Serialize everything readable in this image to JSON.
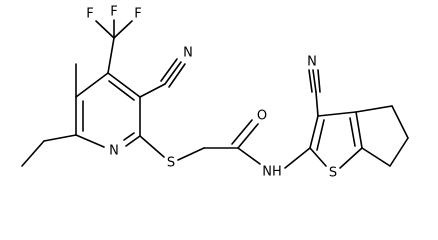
{
  "molecule": {
    "atoms": {
      "F1": "F",
      "F2": "F",
      "F3": "F",
      "N_cyano_top": "N",
      "N_pyridine": "N",
      "S_thioether": "S",
      "O_carbonyl": "O",
      "NH_amide": "NH",
      "N_cyano_right": "N",
      "S_thiophene": "S"
    }
  }
}
